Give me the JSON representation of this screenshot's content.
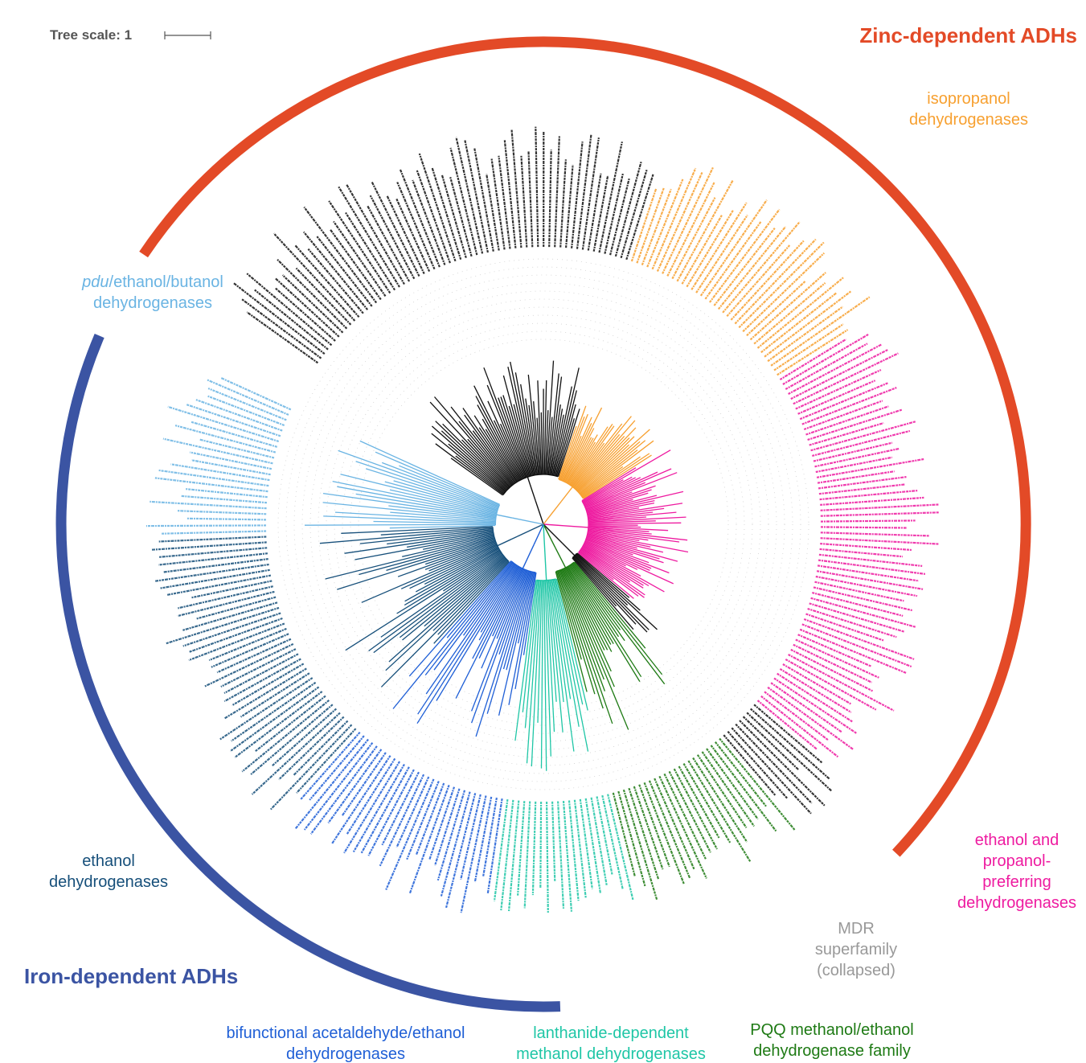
{
  "scale": {
    "label": "Tree scale: 1"
  },
  "superfamilies": {
    "zinc": {
      "label": "Zinc-dependent ADHs",
      "color": "#e34a27"
    },
    "iron": {
      "label": "Iron-dependent ADHs",
      "color": "#3b54a3"
    }
  },
  "clades": {
    "isopropanol": {
      "line1": "isopropanol",
      "line2": "dehydrogenases",
      "color": "#f7a030"
    },
    "ethanol_propanol": {
      "line1": "ethanol and",
      "line2": "propanol-",
      "line3": "preferring",
      "line4": "dehydrogenases",
      "color": "#ee1ba0"
    },
    "mdr": {
      "line1": "MDR",
      "line2": "superfamily",
      "line3": "(collapsed)",
      "color": "#999999"
    },
    "pqq": {
      "line1": "PQQ methanol/ethanol",
      "line2": "dehydrogenase family",
      "color": "#1e7a14"
    },
    "lanthanide": {
      "line1": "lanthanide-dependent",
      "line2": "methanol dehydrogenases",
      "color": "#1fc6a6"
    },
    "bifunctional": {
      "line1": "bifunctional acetaldehyde/ethanol",
      "line2": "dehydrogenases",
      "color": "#1f5fd6"
    },
    "ethanol": {
      "line1": "ethanol",
      "line2": "dehydrogenases",
      "color": "#164f7a"
    },
    "pdu": {
      "line1a": "pdu",
      "line1b": "/ethanol/butanol",
      "line2": "dehydrogenases",
      "color": "#6ab4e3"
    },
    "unlabeled": {
      "color": "#111111"
    }
  }
}
